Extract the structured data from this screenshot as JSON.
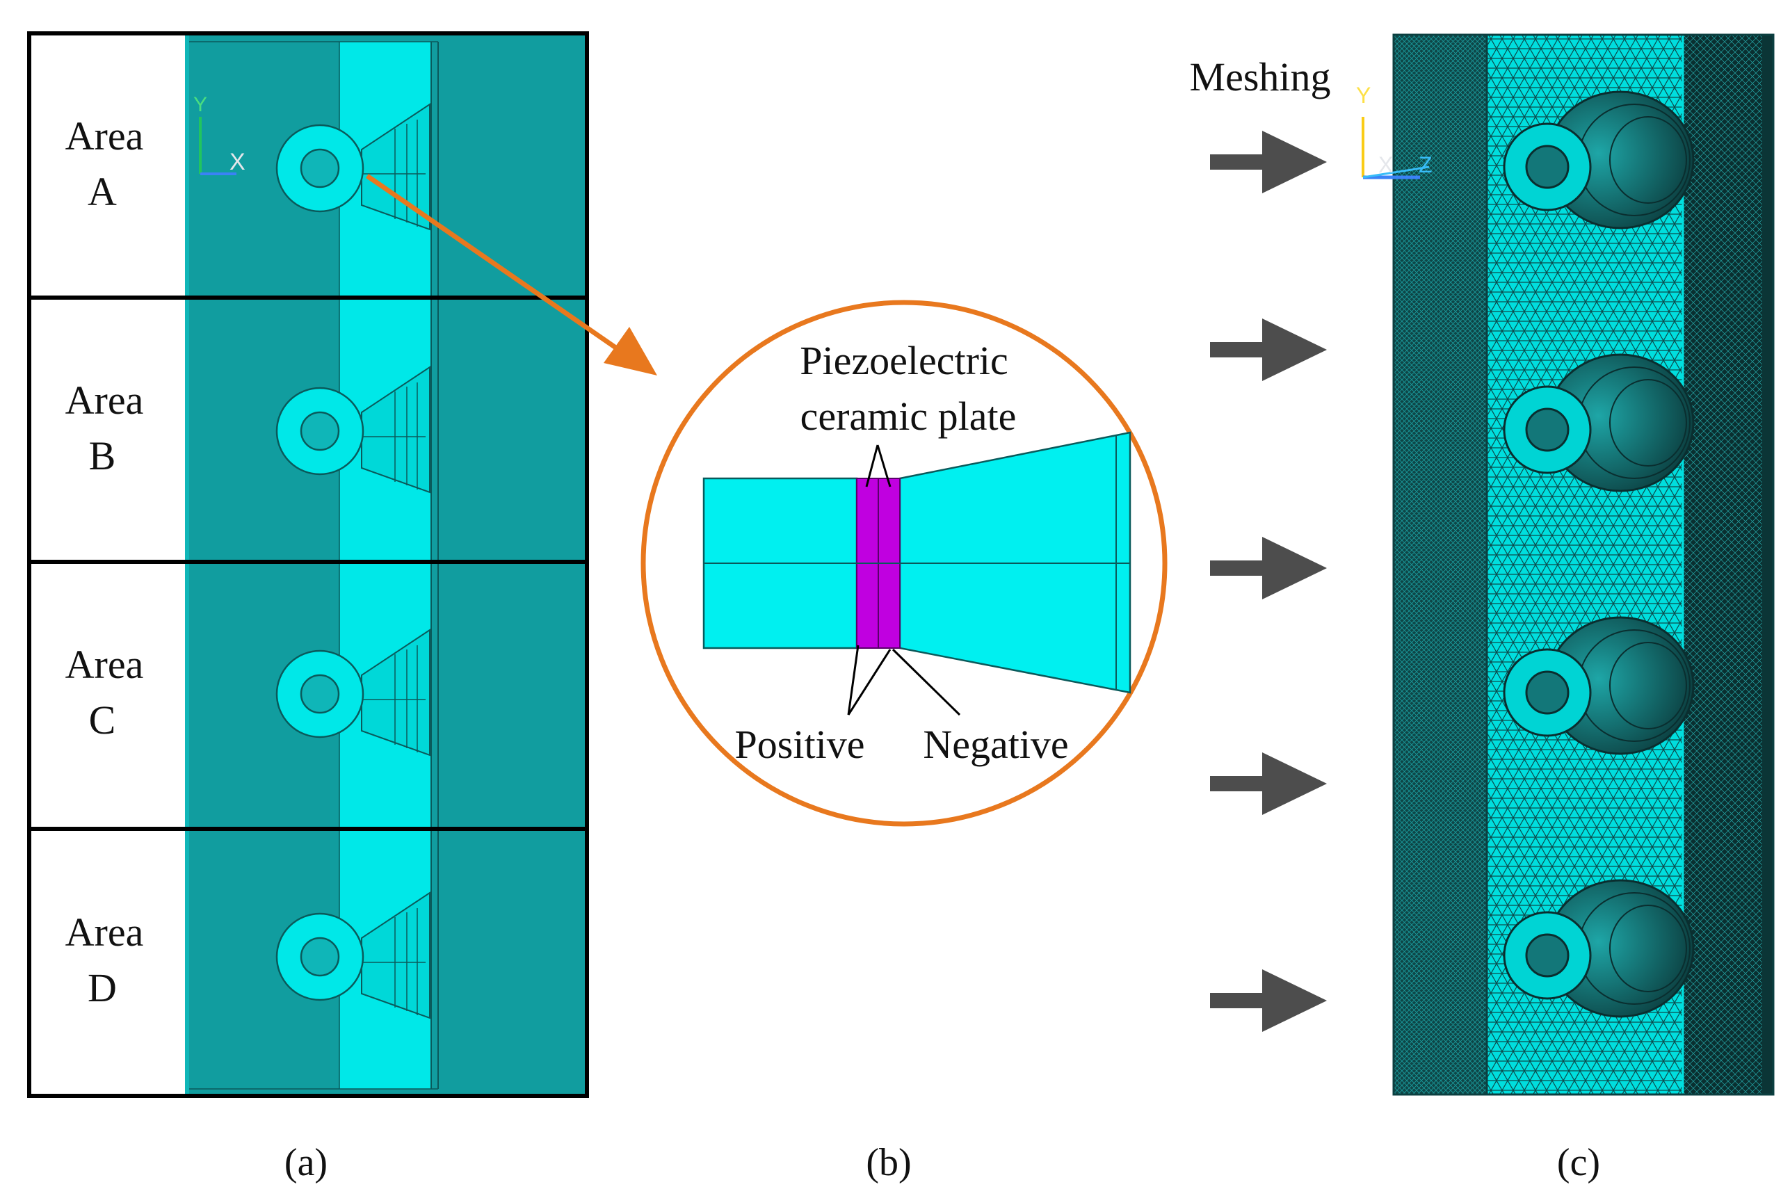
{
  "panel_a": {
    "areas": [
      {
        "line1": "Area",
        "line2": "A"
      },
      {
        "line1": "Area",
        "line2": "B"
      },
      {
        "line1": "Area",
        "line2": "C"
      },
      {
        "line1": "Area",
        "line2": "D"
      }
    ],
    "axis_y": "Y",
    "axis_x": "X",
    "caption": "(a)"
  },
  "panel_b": {
    "label_top_line1": "Piezoelectric",
    "label_top_line2": "ceramic plate",
    "label_positive": "Positive",
    "label_negative": "Negative",
    "caption": "(b)"
  },
  "panel_c": {
    "meshing_label": "Meshing",
    "axis_y": "Y",
    "axis_x": "X",
    "axis_z": "Z",
    "caption": "(c)"
  },
  "colors": {
    "teal_dark": "#119d9f",
    "teal_light": "#00e8e8",
    "cyan_part": "#00f0f0",
    "magenta": "#c000e0",
    "orange": "#e8781e",
    "arrow_gray": "#4d4d4d",
    "mesh_dark": "#0d3f40"
  }
}
